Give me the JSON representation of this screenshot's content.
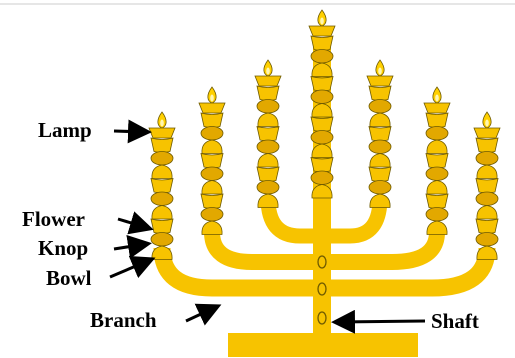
{
  "labels": {
    "lamp": "Lamp",
    "flower": "Flower",
    "knop": "Knop",
    "bowl": "Bowl",
    "branch": "Branch",
    "shaft": "Shaft"
  },
  "colors": {
    "gold": "#F7C300",
    "gold_dark": "#E2A800",
    "outline": "#6E5A00",
    "flame": "#FFD000",
    "flame_inner": "#FFF6B0"
  }
}
